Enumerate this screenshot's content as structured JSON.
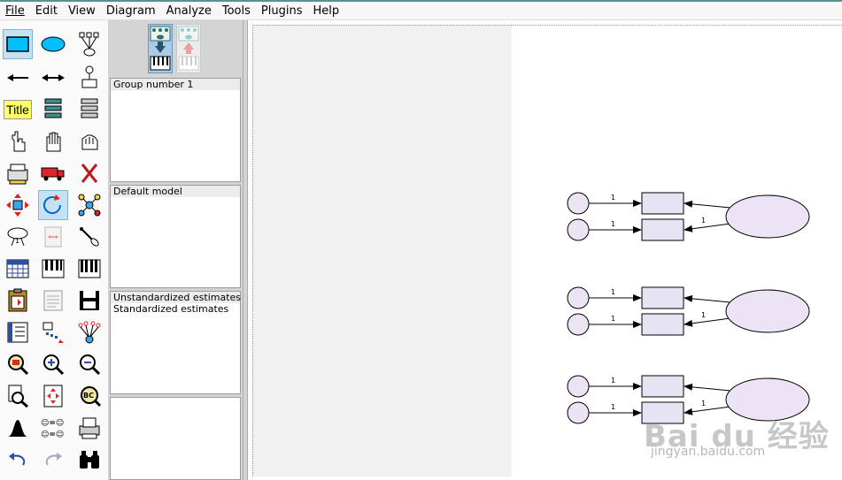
{
  "menu": [
    "File",
    "Edit",
    "View",
    "Diagram",
    "Analyze",
    "Tools",
    "Plugins",
    "Help"
  ],
  "toolbox": {
    "title_tool_label": "Title"
  },
  "panels": {
    "groups": [
      "Group number 1"
    ],
    "models": [
      "Default model"
    ],
    "estimates": [
      "Unstandardized estimates",
      "Standardized estimates"
    ]
  },
  "diagram": {
    "path_label": "1",
    "factors": 3,
    "fill_color": "#ece4f4",
    "box_fill_color": "#e6e4f2"
  },
  "watermark": {
    "text": "Bai du 经验",
    "url": "jingyan.baidu.com"
  }
}
